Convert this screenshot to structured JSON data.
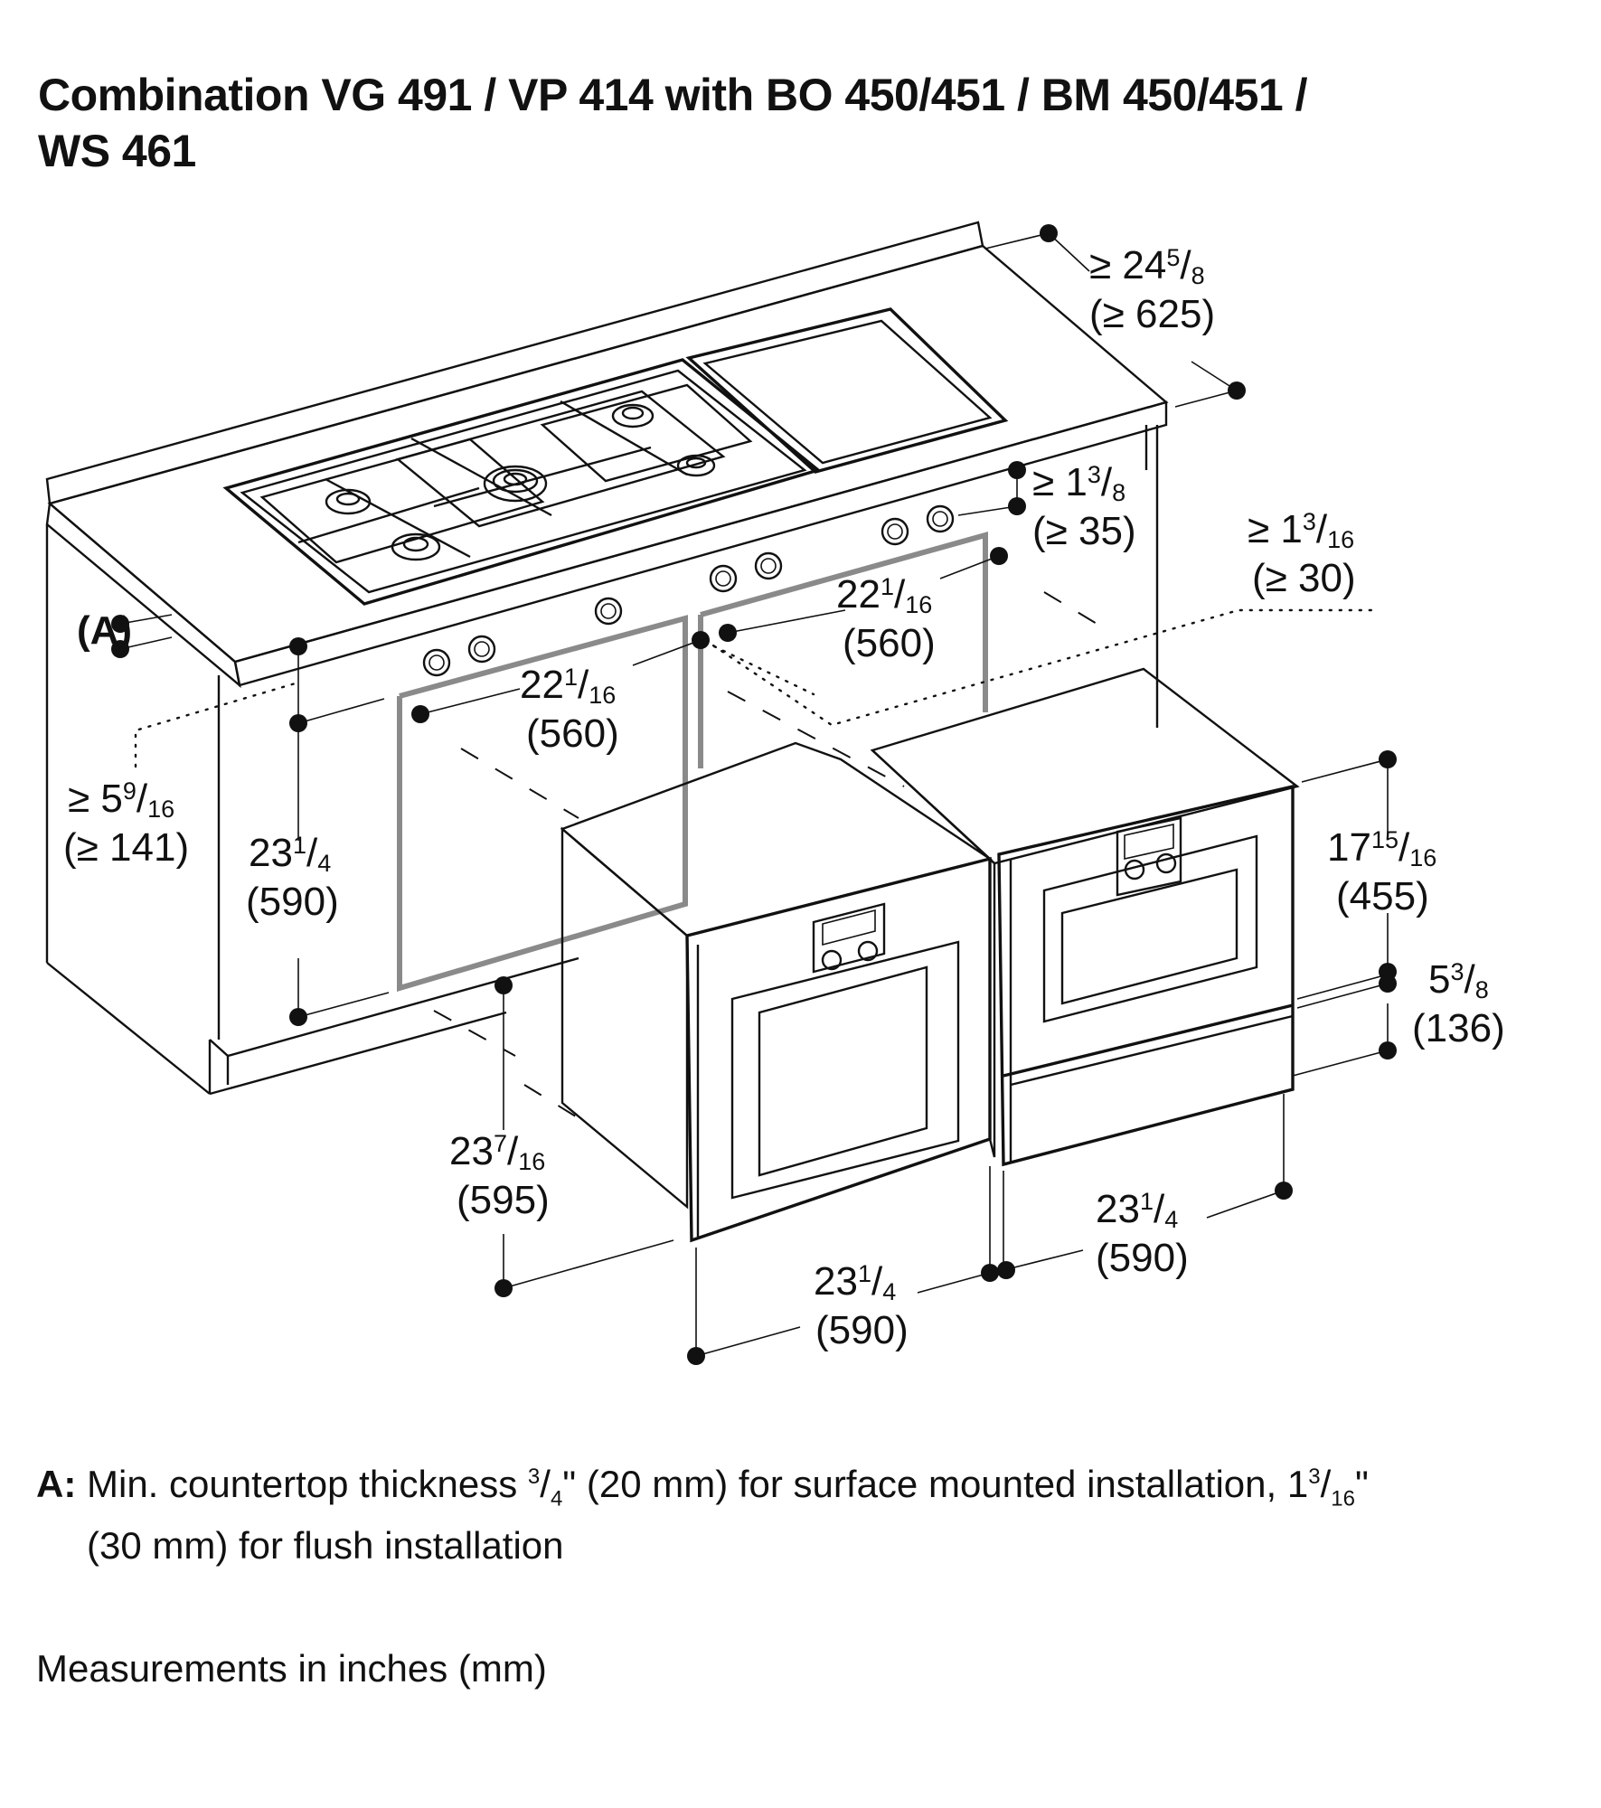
{
  "title": {
    "line1": "Combination VG 491 / VP 414 with BO 450/451 / BM 450/451 /",
    "line2": "WS 461"
  },
  "callout": "(A)",
  "dimensions": [
    {
      "id": "depth",
      "main": "≥ 24",
      "num": "5",
      "den": "8",
      "mm": "(≥ 625)"
    },
    {
      "id": "rear-gap",
      "main": "≥ 1",
      "num": "3",
      "den": "8",
      "mm": "(≥ 35)"
    },
    {
      "id": "ventilation",
      "main": "≥ 1",
      "num": "3",
      "den": "16",
      "mm": "(≥ 30)"
    },
    {
      "id": "niche-width-right",
      "main": "22",
      "num": "1",
      "den": "16",
      "mm": "(560)"
    },
    {
      "id": "niche-width-left",
      "main": "22",
      "num": "1",
      "den": "16",
      "mm": "(560)"
    },
    {
      "id": "front-clearance",
      "main": "≥ 5",
      "num": "9",
      "den": "16",
      "mm": "(≥ 141)"
    },
    {
      "id": "niche-height",
      "main": "23",
      "num": "1",
      "den": "4",
      "mm": "(590)"
    },
    {
      "id": "appliance-height-right",
      "main": "17",
      "num": "15",
      "den": "16",
      "mm": "(455)"
    },
    {
      "id": "drawer-height",
      "main": "5",
      "num": "3",
      "den": "8",
      "mm": "(136)"
    },
    {
      "id": "oven-height",
      "main": "23",
      "num": "7",
      "den": "16",
      "mm": "(595)"
    },
    {
      "id": "right-appliance-width",
      "main": "23",
      "num": "1",
      "den": "4",
      "mm": "(590)"
    },
    {
      "id": "left-appliance-width",
      "main": "23",
      "num": "1",
      "den": "4",
      "mm": "(590)"
    }
  ],
  "note": {
    "label": "A:",
    "text1": " Min. countertop thickness ",
    "frac1_num": "3",
    "frac1_den": "4",
    "text2": "\" (20 mm) for surface mounted installation, 1",
    "frac2_num": "3",
    "frac2_den": "16",
    "text3": "\"",
    "line2": "(30 mm) for flush installation"
  },
  "units": "Measurements in inches (mm)"
}
